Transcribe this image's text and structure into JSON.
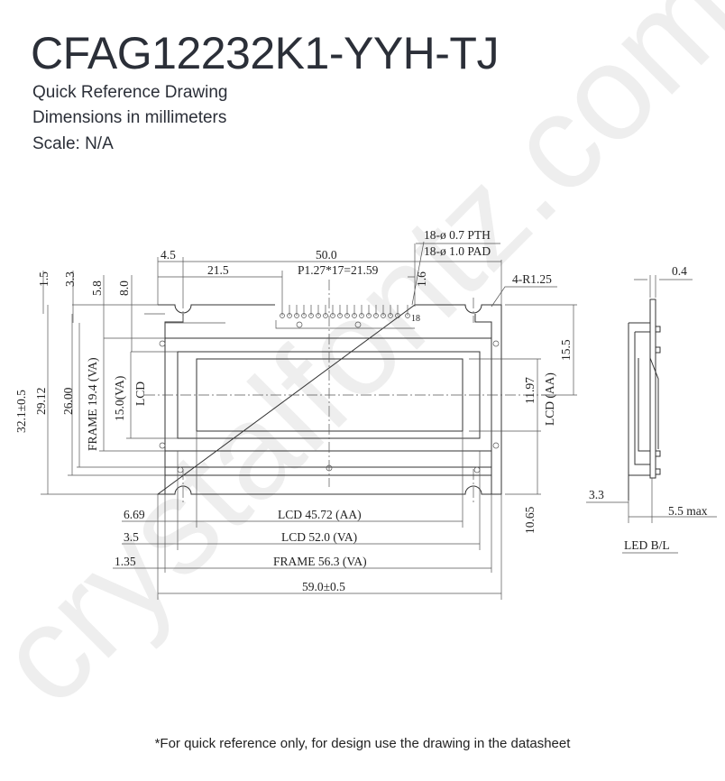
{
  "header": {
    "title": "CFAG12232K1-YYH-TJ",
    "subtitle": "Quick Reference Drawing",
    "units": "Dimensions in millimeters",
    "scale": "Scale: N/A"
  },
  "watermark": "crystalfontz.com",
  "drawing": {
    "top_dims": {
      "d4_5": "4.5",
      "d50_0": "50.0",
      "d21_5": "21.5",
      "pitch": "P1.27*17=21.59",
      "d1_6": "1.6",
      "pth": "18-ø 0.7 PTH",
      "pad": "18-ø 1.0 PAD",
      "radius": "4-R1.25",
      "pin18": "18"
    },
    "left_dims": {
      "d1_5": "1.5",
      "d3_3": "3.3",
      "d5_8": "5.8",
      "d8_0": "8.0",
      "d32_1": "32.1±0.5",
      "d29_12": "29.12",
      "d26_00": "26.00",
      "frame_va": "FRAME 19.4 (VA)",
      "lcd_va": "15.0(VA)",
      "lcd": "LCD"
    },
    "right_dims": {
      "d15_5": "15.5",
      "d11_97": "11.97",
      "lcd_aa": "LCD (AA)",
      "d10_65": "10.65"
    },
    "bottom_dims": {
      "d6_69": "6.69",
      "lcd_aa": "LCD  45.72 (AA)",
      "d3_5": "3.5",
      "lcd_va": "LCD  52.0 (VA)",
      "d1_35": "1.35",
      "frame_va": "FRAME 56.3 (VA)",
      "d59_0": "59.0±0.5"
    },
    "side_dims": {
      "d0_4": "0.4",
      "d3_3": "3.3",
      "d5_5": "5.5 max",
      "led": "LED B/L"
    }
  },
  "footer": "*For quick reference only, for design use the drawing in the datasheet"
}
